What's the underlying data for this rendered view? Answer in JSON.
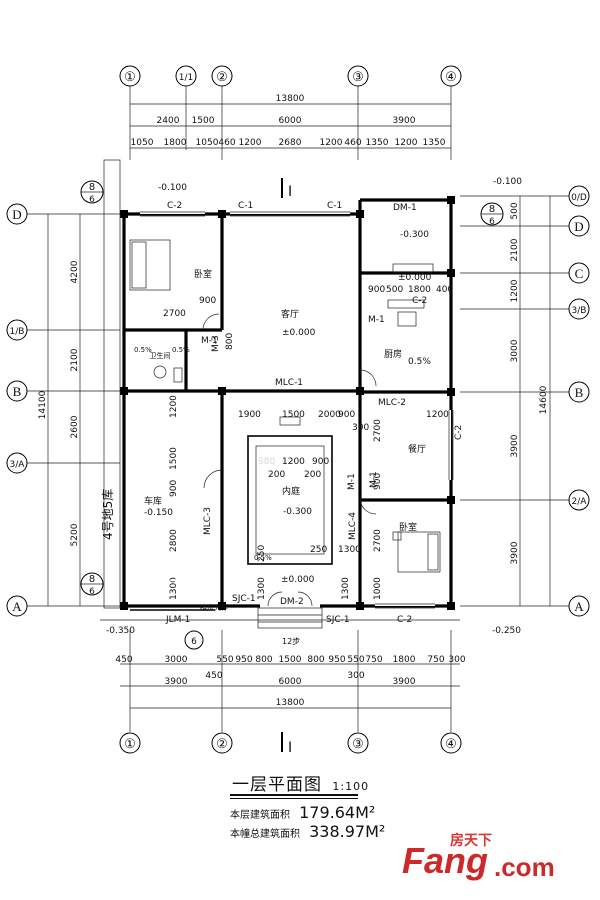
{
  "dims": {
    "total": "13800",
    "top_row1": [
      "2400",
      "1500",
      "6000",
      "3900"
    ],
    "top_row2": [
      "1050",
      "1800",
      "1050",
      "460",
      "1200",
      "2680",
      "1200",
      "460",
      "1350",
      "1200",
      "1350"
    ],
    "bottom_row1": [
      "450",
      "3000",
      "550",
      "950",
      "800",
      "1500",
      "800",
      "950",
      "550",
      "750",
      "1800",
      "750",
      "300"
    ],
    "bottom_row2": [
      "3900",
      "450",
      "6000",
      "300",
      "3900"
    ],
    "left": [
      "4200",
      "2100",
      "2600",
      "5200"
    ],
    "left_total": "14100",
    "right": [
      "500",
      "2100",
      "1200",
      "3000",
      "3900",
      "3900"
    ],
    "right_total": "14600",
    "inner": [
      "2700",
      "900",
      "800",
      "1200",
      "1900",
      "1500",
      "2000",
      "900",
      "1200",
      "300",
      "900",
      "1200",
      "900",
      "200",
      "200",
      "250",
      "1300",
      "2800",
      "1500",
      "900",
      "1300",
      "250",
      "1300",
      "1300",
      "1000",
      "2700",
      "2700",
      "3900",
      "900",
      "500",
      "1800",
      "400",
      "1200",
      "900",
      "900"
    ]
  },
  "axes": {
    "top": [
      "①",
      "1/1",
      "②",
      "③",
      "④"
    ],
    "bottom": [
      "①",
      "②",
      "③",
      "④"
    ],
    "left": [
      "D",
      "1/B",
      "B",
      "3/A",
      "A"
    ],
    "right": [
      "0/D",
      "D",
      "C",
      "3/B",
      "B",
      "2/A",
      "A"
    ]
  },
  "rooms": {
    "bedroom1": "卧室",
    "living": "客厅",
    "kitchen": "厨房",
    "bath": "卫生间",
    "dining": "餐厅",
    "courtyard": "内庭",
    "garage": "车库",
    "bedroom2": "卧室"
  },
  "labels": {
    "windows": [
      "C-2",
      "C-1",
      "C-1",
      "C-2",
      "C-2",
      "C-2",
      "JLM-1",
      "SJC-1",
      "SJC-1"
    ],
    "doors": [
      "DM-1",
      "M-1",
      "M-1",
      "M-3",
      "M-1",
      "M-1",
      "DM-2",
      "MLC-1",
      "MLC-2",
      "MLC-3",
      "MLC-4"
    ],
    "levels": [
      "-0.100",
      "-0.300",
      "±0.000",
      "±0.000",
      "-0.150",
      "-0.300",
      "±0.000",
      "-0.350",
      "-0.250",
      "-0.100"
    ],
    "slopes": [
      "0.5%",
      "0.5%",
      "0.5%",
      "0.5%"
    ],
    "section_mark": "I",
    "detail_mark": "8",
    "detail_sheet": "6",
    "garage_note": "4号地5库",
    "stairs": "12步",
    "porch_note": "踏步大样"
  },
  "caption": {
    "title": "一层平面图",
    "scale": "1:100",
    "area_label": "本层建筑面积",
    "area_value": "179.64M²",
    "total_label": "本幢总建筑面积",
    "total_value": "338.97M²"
  },
  "watermark": {
    "brand": "Fang",
    "suffix": ".com",
    "cn": "房天下"
  }
}
